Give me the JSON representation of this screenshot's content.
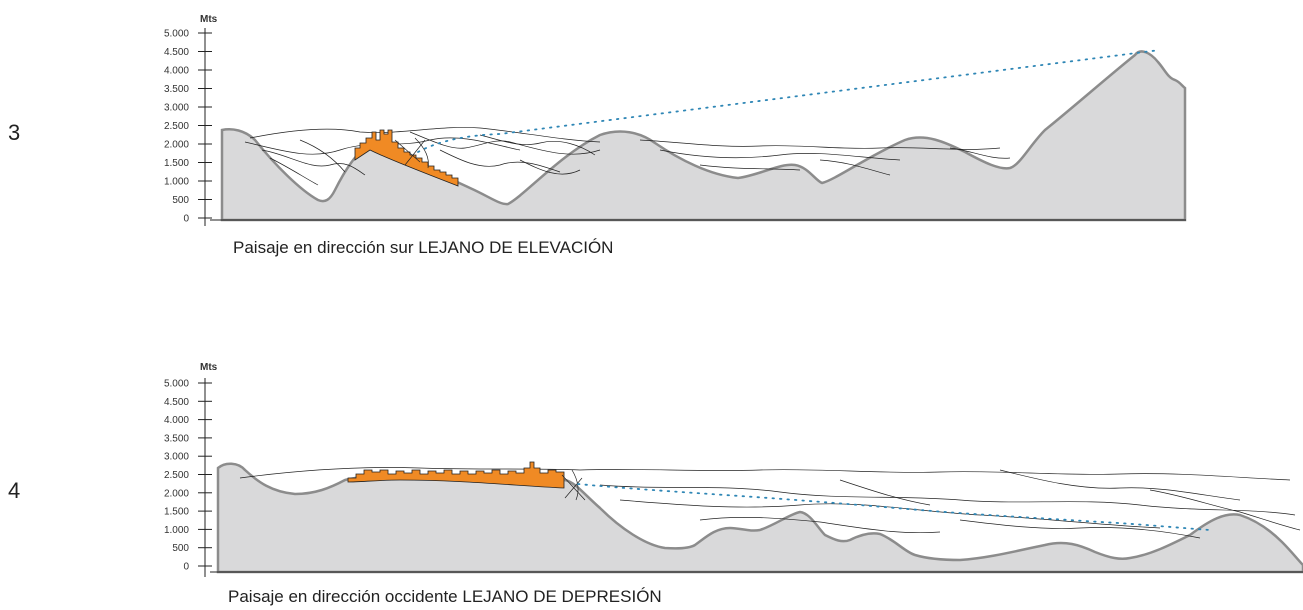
{
  "profiles": [
    {
      "number": "3",
      "unit": "Mts",
      "y_ticks": [
        "5.000",
        "4.500",
        "4.000",
        "3.500",
        "3.000",
        "2.500",
        "2.000",
        "1.500",
        "1.000",
        "500",
        "0"
      ],
      "caption": "Paisaje en dirección sur LEJANO DE ELEVACIÓN"
    },
    {
      "number": "4",
      "unit": "Mts",
      "y_ticks": [
        "5.000",
        "4.500",
        "4.000",
        "3.500",
        "3.000",
        "2.500",
        "2.000",
        "1.500",
        "1.000",
        "500",
        "0"
      ],
      "caption": "Paisaje en dirección occidente LEJANO DE DEPRESIÓN"
    }
  ],
  "colors": {
    "terrain_fill": "#d9d9da",
    "terrain_stroke": "#8c8c8c",
    "city": "#f08a24",
    "sight_line": "#2e86b5"
  }
}
